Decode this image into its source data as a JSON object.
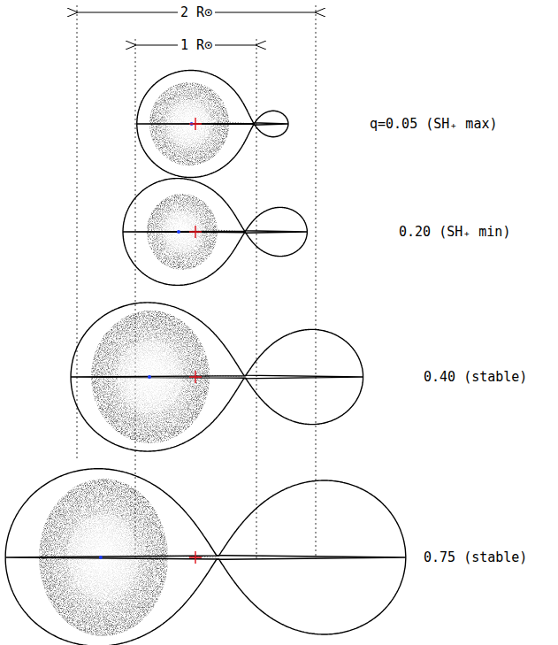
{
  "diagram": {
    "labels": [
      "2 R⊙",
      "1 R⊙",
      "q=0.05 (SH₊ max)",
      "0.20 (SH₊ min)",
      "0.40 (stable)",
      "0.75 (stable)"
    ]
  }
}
